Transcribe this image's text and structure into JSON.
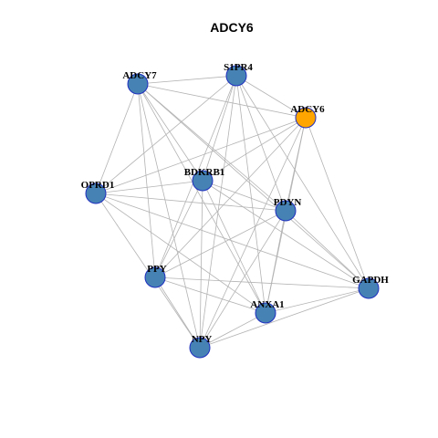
{
  "title": "ADCY6",
  "colors": {
    "node_default": "#4682b4",
    "node_highlight": "#ffa500",
    "node_border": "#1f2fbf",
    "edge": "#b3b3b3"
  },
  "graph": {
    "nodes": [
      {
        "id": "ADCY7",
        "label": "ADCY7",
        "highlight": false
      },
      {
        "id": "S1PR4",
        "label": "S1PR4",
        "highlight": false
      },
      {
        "id": "ADCY6",
        "label": "ADCY6",
        "highlight": true
      },
      {
        "id": "BDKRB1",
        "label": "BDKRB1",
        "highlight": false
      },
      {
        "id": "OPRD1",
        "label": "OPRD1",
        "highlight": false
      },
      {
        "id": "PDYN",
        "label": "PDYN",
        "highlight": false
      },
      {
        "id": "PPY",
        "label": "PPY",
        "highlight": false
      },
      {
        "id": "GAPDH",
        "label": "GAPDH",
        "highlight": false
      },
      {
        "id": "ANXA1",
        "label": "ANXA1",
        "highlight": false
      },
      {
        "id": "NPY",
        "label": "NPY",
        "highlight": false
      }
    ],
    "edges": [
      [
        "ADCY7",
        "S1PR4"
      ],
      [
        "ADCY7",
        "ADCY6"
      ],
      [
        "ADCY7",
        "OPRD1"
      ],
      [
        "ADCY7",
        "BDKRB1"
      ],
      [
        "ADCY7",
        "PDYN"
      ],
      [
        "ADCY7",
        "PPY"
      ],
      [
        "ADCY7",
        "ANXA1"
      ],
      [
        "ADCY7",
        "NPY"
      ],
      [
        "ADCY7",
        "GAPDH"
      ],
      [
        "S1PR4",
        "ADCY6"
      ],
      [
        "S1PR4",
        "OPRD1"
      ],
      [
        "S1PR4",
        "BDKRB1"
      ],
      [
        "S1PR4",
        "PDYN"
      ],
      [
        "S1PR4",
        "PPY"
      ],
      [
        "S1PR4",
        "ANXA1"
      ],
      [
        "S1PR4",
        "NPY"
      ],
      [
        "S1PR4",
        "GAPDH"
      ],
      [
        "ADCY6",
        "OPRD1"
      ],
      [
        "ADCY6",
        "BDKRB1"
      ],
      [
        "ADCY6",
        "PDYN"
      ],
      [
        "ADCY6",
        "PPY"
      ],
      [
        "ADCY6",
        "ANXA1"
      ],
      [
        "ADCY6",
        "NPY"
      ],
      [
        "ADCY6",
        "GAPDH"
      ],
      [
        "OPRD1",
        "BDKRB1"
      ],
      [
        "OPRD1",
        "PDYN"
      ],
      [
        "OPRD1",
        "ANXA1"
      ],
      [
        "OPRD1",
        "NPY"
      ],
      [
        "OPRD1",
        "GAPDH"
      ],
      [
        "BDKRB1",
        "PDYN"
      ],
      [
        "BDKRB1",
        "PPY"
      ],
      [
        "BDKRB1",
        "ANXA1"
      ],
      [
        "BDKRB1",
        "NPY"
      ],
      [
        "BDKRB1",
        "GAPDH"
      ],
      [
        "PDYN",
        "PPY"
      ],
      [
        "PDYN",
        "ANXA1"
      ],
      [
        "PDYN",
        "NPY"
      ],
      [
        "PDYN",
        "GAPDH"
      ],
      [
        "PPY",
        "ANXA1"
      ],
      [
        "PPY",
        "NPY"
      ],
      [
        "PPY",
        "GAPDH"
      ],
      [
        "ANXA1",
        "NPY"
      ],
      [
        "ANXA1",
        "GAPDH"
      ],
      [
        "NPY",
        "GAPDH"
      ]
    ]
  }
}
